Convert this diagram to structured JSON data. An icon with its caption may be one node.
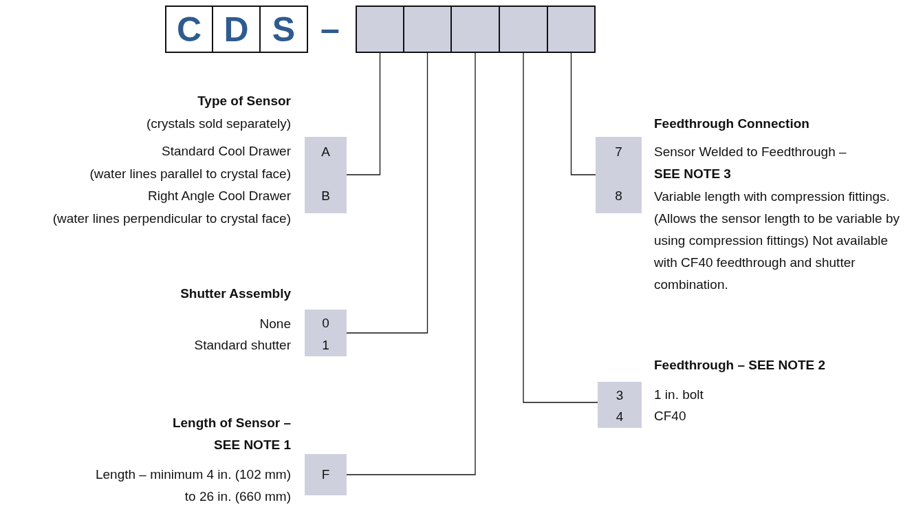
{
  "diagram": {
    "nodes": [
      {
        "text": [
          "C"
        ]
      },
      {
        "text": [
          "D"
        ]
      },
      {
        "text": [
          "S"
        ]
      },
      {
        "text": [],
        "shape": "box"
      },
      {
        "text": [],
        "shape": "box"
      },
      {
        "text": [],
        "shape": "box"
      },
      {
        "text": [],
        "shape": "box"
      },
      {
        "text": [],
        "shape": "box"
      },
      {
        "text": [
          "A",
          "B"
        ],
        "beside": [
          "Standard Cool Drawer",
          "(water lines parallel to crystal face)",
          "Right Angle Cool Drawer",
          "(water lines perpendicular to crystal face)"
        ]
      },
      {
        "text": [
          "0",
          "1"
        ],
        "beside": [
          "None",
          "Standard shutter"
        ]
      },
      {
        "text": [
          "F"
        ],
        "beside": [
          "Length – minimum 4 in. (102 mm) to 26 in. (660 mm)"
        ]
      },
      {
        "text": [
          "3",
          "4"
        ],
        "beside": [
          "1 in. bolt",
          "CF40"
        ]
      },
      {
        "text": [
          "7",
          "8"
        ],
        "beside": [
          "Sensor Welded to Feedthrough – **SEE NOTE 3**",
          "Variable length with compression fittings. (Allows the sensor length to be variable by using compression fittings) Not available with CF40 feedthrough and shutter combination."
        ]
      }
    ],
    "edges": [
      {
        "from": 3,
        "to": 8,
        "arrow": "none"
      },
      {
        "from": 4,
        "to": 9,
        "arrow": "none"
      },
      {
        "from": 5,
        "to": 10,
        "arrow": "none"
      },
      {
        "from": 6,
        "to": 11,
        "arrow": "none"
      },
      {
        "from": 7,
        "to": 12,
        "arrow": "none"
      }
    ],
    "labels": [
      "–",
      "Type of Sensor",
      "(crystals sold separately)",
      "Feedthrough Connection",
      "Shutter Assembly",
      "Feedthrough – SEE NOTE 2",
      "Length of Sensor – SEE NOTE 1"
    ]
  }
}
